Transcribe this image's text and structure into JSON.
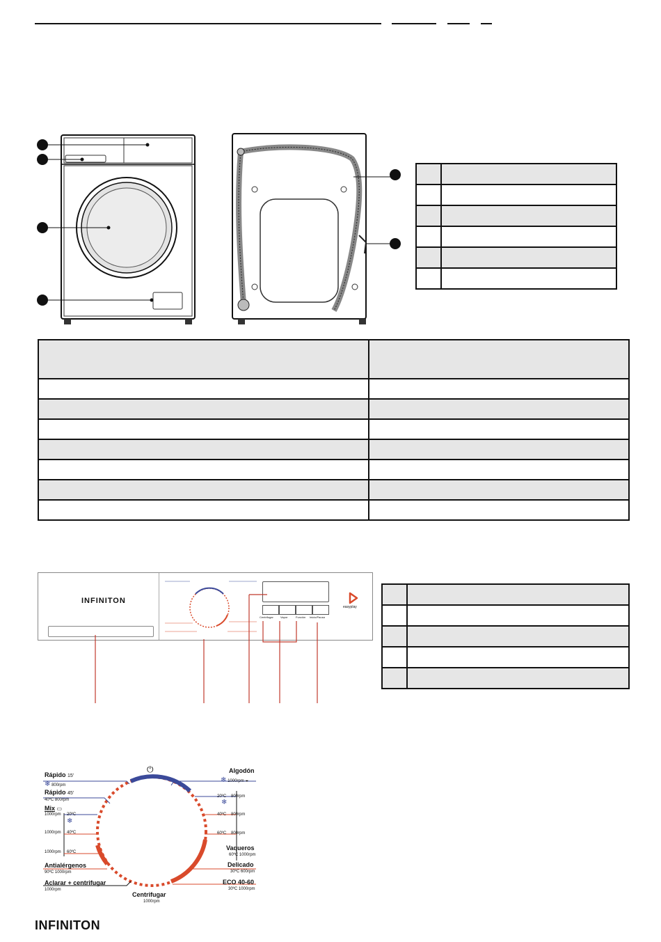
{
  "brand": {
    "logo_text": "INFINITON",
    "panel_logo_text": "INFINITON",
    "easyplay_label": "easyplay"
  },
  "control_panel": {
    "buttons": [
      "Centrifugar",
      "Vapor",
      "Función",
      "Inicio/Pausa"
    ],
    "color_accent": "#d94a2b",
    "color_blue": "#3b4a9a"
  },
  "dial": {
    "power_symbol": "⏻",
    "left_programs": [
      {
        "name": "Rápido",
        "suffix": "15'",
        "detail": "800rpm",
        "icon": "snowflake-icon"
      },
      {
        "name": "Rápido",
        "suffix": "45'",
        "detail": "40ºC  800rpm"
      },
      {
        "name": "Mix",
        "suffix": "",
        "detail": "",
        "icon": "shirt-icon"
      }
    ],
    "mix_rows": [
      {
        "rpm": "1000rpm",
        "temp": "20ºC"
      },
      {
        "rpm": "1000rpm",
        "temp": "40ºC"
      },
      {
        "rpm": "1000rpm",
        "temp": "60ºC"
      }
    ],
    "antialergenos": {
      "name": "Antialérgenos",
      "detail": "90ºC 1000rpm"
    },
    "aclarar": {
      "name": "Aclarar + centrifugar",
      "detail": "1000rpm"
    },
    "centrifugar": {
      "name": "Centrifugar",
      "detail": "1000rpm"
    },
    "algodon": {
      "name": "Algodón",
      "detail": "1000rpm"
    },
    "algodon_rows": [
      {
        "temp": "20ºC",
        "rpm": "800rpm"
      },
      {
        "temp": "40ºC",
        "rpm": "800rpm"
      },
      {
        "temp": "60ºC",
        "rpm": "800rpm"
      }
    ],
    "vaqueros": {
      "name": "Vaqueros",
      "detail": "60ºC 1000rpm"
    },
    "delicado": {
      "name": "Delicado",
      "detail": "30ºC 600rpm"
    },
    "eco": {
      "name": "ECO 40-60",
      "detail": "30ºC 1000rpm"
    }
  }
}
